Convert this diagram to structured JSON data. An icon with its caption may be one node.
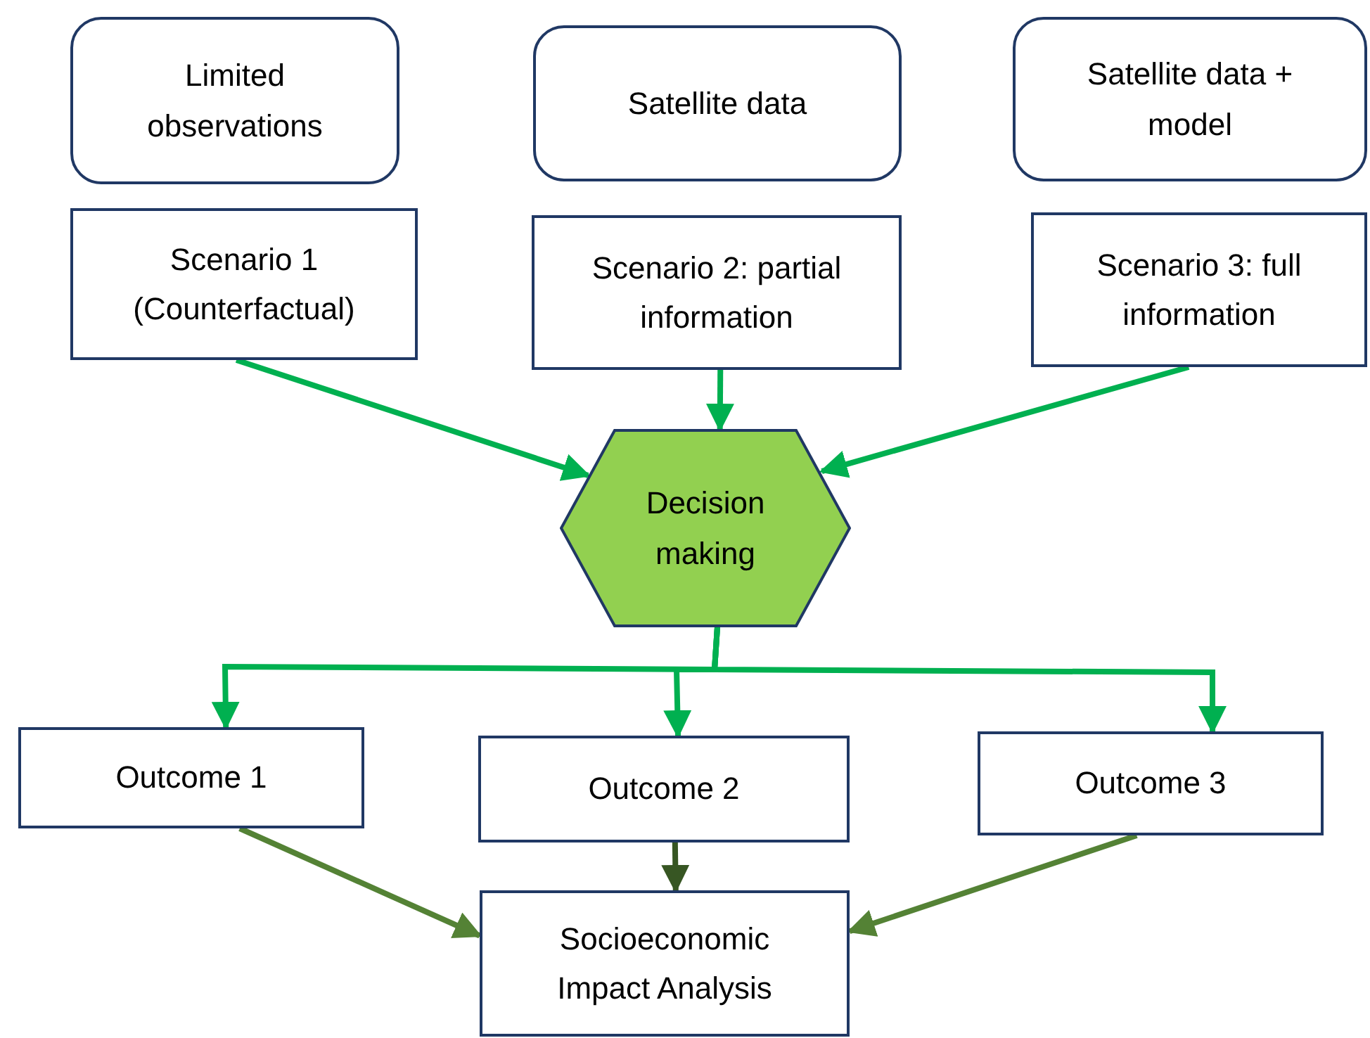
{
  "diagram": {
    "nodes": [
      {
        "text": [
          "Limited observations"
        ]
      },
      {
        "text": [
          "Satellite data"
        ]
      },
      {
        "text": [
          "Satellite data + model"
        ]
      },
      {
        "text": [
          "Scenario 1",
          "(Counterfactual)"
        ]
      },
      {
        "text": [
          "Scenario 2: partial information"
        ]
      },
      {
        "text": [
          "Scenario 3: full information"
        ]
      },
      {
        "text": [
          "Decision making"
        ]
      },
      {
        "text": [
          "Outcome 1"
        ]
      },
      {
        "text": [
          "Outcome 2"
        ]
      },
      {
        "text": [
          "Outcome 3"
        ]
      },
      {
        "text": [
          "Socioeconomic Impact Analysis"
        ]
      }
    ],
    "edges": [
      {
        "from": 3,
        "to": 6,
        "arrow": "to",
        "color": "#00b050"
      },
      {
        "from": 4,
        "to": 6,
        "arrow": "to",
        "color": "#00b050"
      },
      {
        "from": 5,
        "to": 6,
        "arrow": "to",
        "color": "#00b050"
      },
      {
        "from": 6,
        "to": 7,
        "arrow": "to",
        "color": "#00b050"
      },
      {
        "from": 6,
        "to": 8,
        "arrow": "to",
        "color": "#00b050"
      },
      {
        "from": 6,
        "to": 9,
        "arrow": "to",
        "color": "#00b050"
      },
      {
        "from": 7,
        "to": 10,
        "arrow": "to",
        "color": "#548235"
      },
      {
        "from": 8,
        "to": 10,
        "arrow": "to",
        "color": "#375623"
      },
      {
        "from": 9,
        "to": 10,
        "arrow": "to",
        "color": "#548235"
      }
    ]
  }
}
